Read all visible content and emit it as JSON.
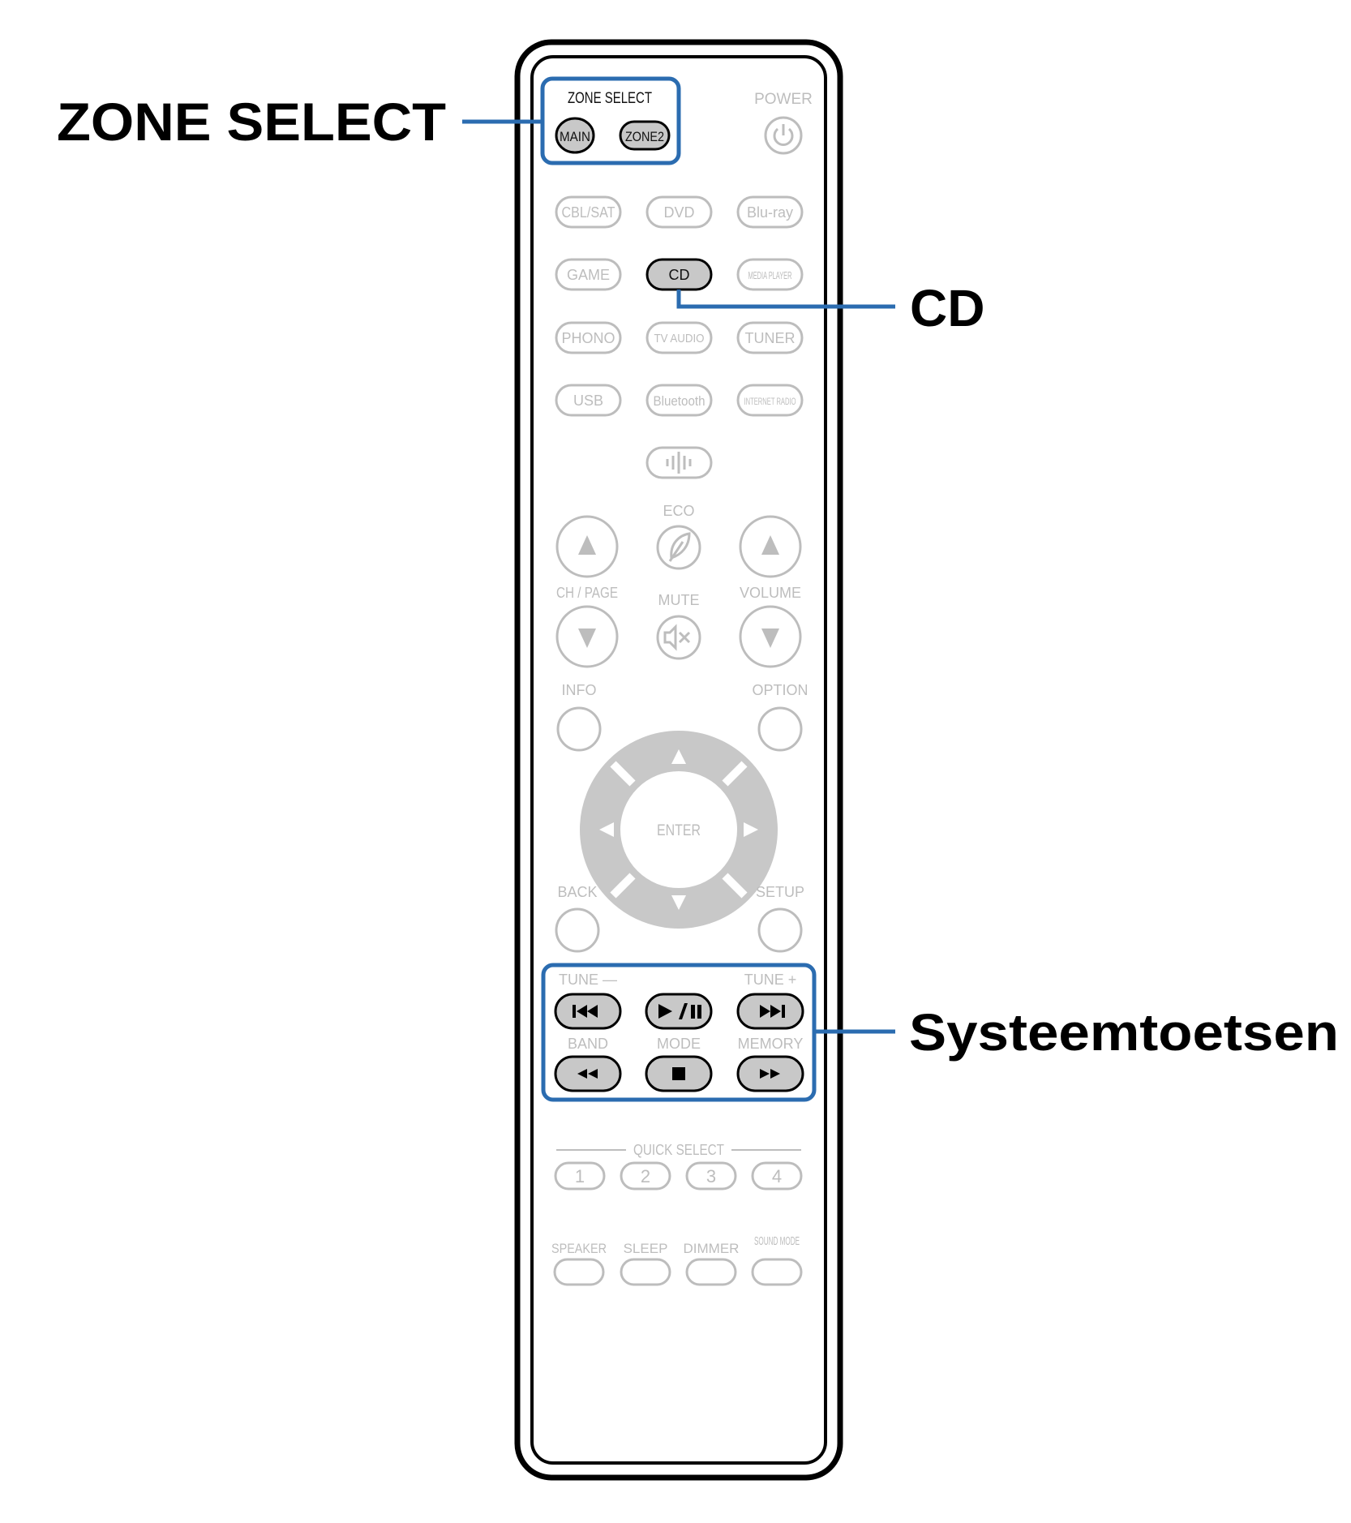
{
  "callouts": {
    "zone_select": "ZONE SELECT",
    "cd": "CD",
    "system_keys": "Systeemtoetsen"
  },
  "remote": {
    "zone_select_label": "ZONE SELECT",
    "zone_buttons": [
      "MAIN",
      "ZONE2"
    ],
    "power_label": "POWER",
    "source_buttons": [
      [
        "CBL/SAT",
        "DVD",
        "Blu-ray"
      ],
      [
        "GAME",
        "CD",
        "MEDIA PLAYER"
      ],
      [
        "PHONO",
        "TV AUDIO",
        "TUNER"
      ],
      [
        "USB",
        "Bluetooth",
        "INTERNET RADIO"
      ]
    ],
    "eco_label": "ECO",
    "ch_page_label": "CH / PAGE",
    "mute_label": "MUTE",
    "volume_label": "VOLUME",
    "info_label": "INFO",
    "option_label": "OPTION",
    "enter_label": "ENTER",
    "back_label": "BACK",
    "setup_label": "SETUP",
    "tune_minus_label": "TUNE —",
    "tune_plus_label": "TUNE +",
    "band_label": "BAND",
    "mode_label": "MODE",
    "memory_label": "MEMORY",
    "quick_select_label": "QUICK SELECT",
    "quick_select_buttons": [
      "1",
      "2",
      "3",
      "4"
    ],
    "bottom_labels": [
      "SPEAKER",
      "SLEEP",
      "DIMMER",
      "SOUND MODE"
    ]
  },
  "colors": {
    "highlight_frame": "#2b6cb0",
    "highlight_button": "#c8c8c8",
    "inactive": "#bdbdbd",
    "outline": "#000000"
  }
}
